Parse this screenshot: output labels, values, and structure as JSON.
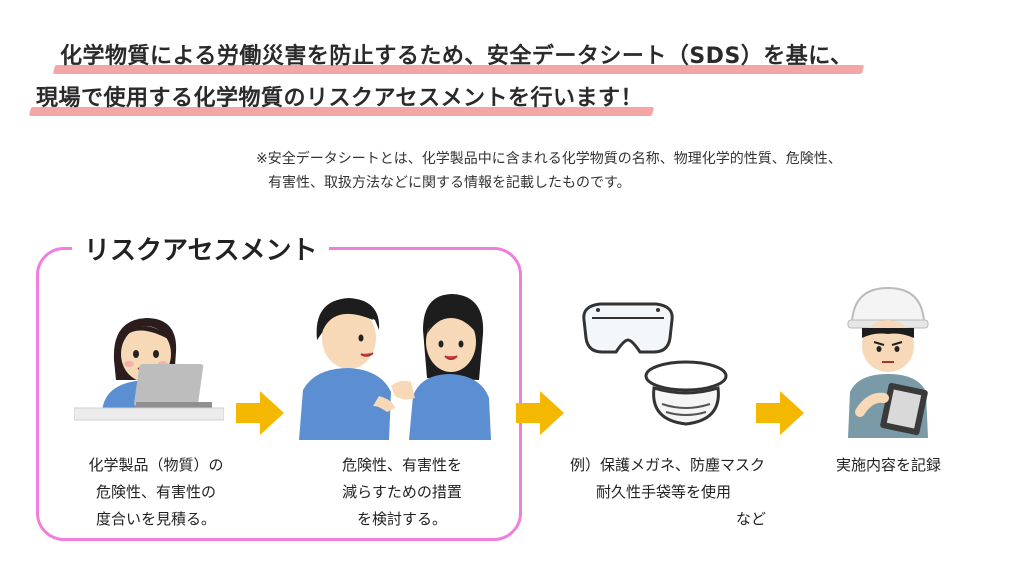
{
  "headline": {
    "line1": "化学物質による労働災害を防止するため、安全データシート（SDS）を基に、",
    "line2": "現場で使用する化学物質のリスクアセスメントを行います！"
  },
  "note": {
    "line1": "※安全データシートとは、化学製品中に含まれる化学物質の名称、物理化学的性質、危険性、",
    "line2": "有害性、取扱方法などに関する情報を記載したものです。"
  },
  "risk_assessment": {
    "title": "リスクアセスメント",
    "step1": [
      "化学製品（物質）の",
      "危険性、有害性の",
      "度合いを見積る。"
    ],
    "step2": [
      "危険性、有害性を",
      "減らすための措置",
      "を検討する。"
    ]
  },
  "step3": {
    "line1": "例）保護メガネ、防塵マスク",
    "line2": "耐久性手袋等を使用",
    "line3": "など"
  },
  "step4": {
    "label": "実施内容を記録"
  },
  "colors": {
    "highlight": "#f4a6a6",
    "frame": "#f07ee0",
    "arrow": "#f5b800",
    "uniform": "#5b8fd1"
  },
  "icons": [
    "worker-laptop-icon",
    "discussion-icon",
    "safety-goggles-icon",
    "dust-mask-icon",
    "inspector-icon",
    "arrow-right-icon"
  ]
}
